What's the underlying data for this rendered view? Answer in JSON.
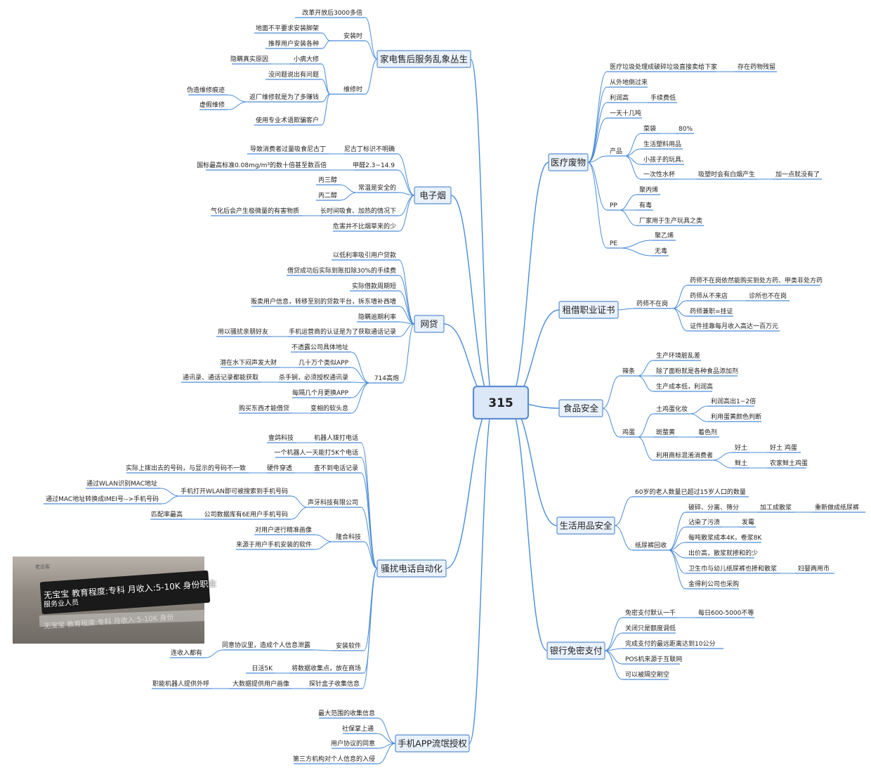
{
  "title": "315",
  "left": [
    {
      "label": "家电售后服务乱象丛生",
      "children": [
        {
          "label": "改革开放后3000多倍"
        },
        {
          "label": "安装时",
          "children": [
            {
              "label": "地面不平要求安装脚架"
            },
            {
              "label": "推荐用户安装各种"
            }
          ]
        },
        {
          "label": "维修时",
          "children": [
            {
              "label": "小病大修",
              "children": [
                {
                  "label": "隐瞒真实原因"
                }
              ]
            },
            {
              "label": "没问题说出有问题"
            },
            {
              "label": "返厂维修就是为了多赚钱",
              "children": [
                {
                  "label": "伪造维修痕迹"
                },
                {
                  "label": "虚假维修"
                }
              ]
            },
            {
              "label": "使用专业术语欺骗客户"
            }
          ]
        }
      ]
    },
    {
      "label": "电子烟",
      "children": [
        {
          "label": "尼古丁标识不明确",
          "children": [
            {
              "label": "导致消费者过量吸食尼古丁"
            }
          ]
        },
        {
          "label": "甲醛2.3~14.9",
          "children": [
            {
              "label": "国标最高标准0.08mg/m³的数十倍甚至数百倍"
            }
          ]
        },
        {
          "label": "常温是安全的",
          "children": [
            {
              "label": "丙三醇"
            },
            {
              "label": "丙二醇"
            }
          ]
        },
        {
          "label": "长时间吸食、加热的情况下",
          "children": [
            {
              "label": "气化后会产生极微量的有害物质"
            }
          ]
        },
        {
          "label": "危害并不比烟草来的少"
        }
      ]
    },
    {
      "label": "网贷",
      "children": [
        {
          "label": "以低利率吸引用户贷款"
        },
        {
          "label": "借贷成功后实际到账扣除30%的手续费"
        },
        {
          "label": "实际借款周期短"
        },
        {
          "label": "贩卖用户信息，转移至别的贷款平台，拆东墙补西墙"
        },
        {
          "label": "隐瞒逾期利率"
        },
        {
          "label": "手机运营商的认证是为了获取通话记录",
          "children": [
            {
              "label": "用以骚扰亲朋好友"
            }
          ]
        },
        {
          "label": "714高炮",
          "children": [
            {
              "label": "不透露公司具体地址"
            },
            {
              "label": "几十万个类似APP",
              "children": [
                {
                  "label": "潜在水下闷声发大财"
                }
              ]
            },
            {
              "label": "杀手锏，必须授权通讯录",
              "children": [
                {
                  "label": "通讯录、通话记录都能获取"
                }
              ]
            },
            {
              "label": "每隔几个月更换APP"
            },
            {
              "label": "变相的软头息",
              "children": [
                {
                  "label": "购买东西才能借贷"
                }
              ]
            }
          ]
        }
      ]
    },
    {
      "label": "骚扰电话自动化",
      "children": [
        {
          "label": "机器人拨打电话",
          "children": [
            {
              "label": "壹鸽科技"
            }
          ]
        },
        {
          "label": "一个机器人一天能打5K个电话"
        },
        {
          "label": "查不到电话记录",
          "children": [
            {
              "label": "硬件穿透",
              "children": [
                {
                  "label": "实际上拨出去的号码，与显示的号码不一致"
                }
              ]
            }
          ]
        },
        {
          "label": "声牙科技有限公司",
          "children": [
            {
              "label": "手机打开WLAN即可被搜索到手机号码",
              "children": [
                {
                  "label": "通过WLAN识别MAC地址"
                },
                {
                  "label": "通过MAC地址转换成IMEI号-->手机号码"
                }
              ]
            },
            {
              "label": "公司数据库有6E用户手机号码",
              "children": [
                {
                  "label": "匹配率最高"
                }
              ]
            }
          ]
        },
        {
          "label": "隆合科技",
          "children": [
            {
              "label": "对用户进行精准画像"
            },
            {
              "label": "来源于用户手机安装的软件"
            }
          ]
        },
        {
          "label": "安装软件",
          "children": [
            {
              "label": "同意协议里，造成个人信息泄露",
              "children": [
                {
                  "label": "连收入都有"
                }
              ]
            }
          ]
        },
        {
          "label": "将数据收集点，放在商场",
          "children": [
            {
              "label": "日活5K"
            }
          ]
        },
        {
          "label": "探针盒子收集信息",
          "children": [
            {
              "label": "大数据提供用户画像",
              "children": [
                {
                  "label": "职能机器人提供外呼"
                }
              ]
            }
          ]
        }
      ]
    },
    {
      "label": "手机APP流氓授权",
      "children": [
        {
          "label": "最大范围的收集信息"
        },
        {
          "label": "社保掌上通"
        },
        {
          "label": "用户协议的同意"
        },
        {
          "label": "第三方机构对个人信息的入侵"
        }
      ]
    }
  ],
  "right": [
    {
      "label": "医疗废物",
      "children": [
        {
          "label": "医疗垃圾处理成破碎垃圾直接卖给下家",
          "children": [
            {
              "label": "存在药物残留"
            }
          ]
        },
        {
          "label": "从外地倒过来"
        },
        {
          "label": "利润高",
          "children": [
            {
              "label": "手续费低"
            }
          ]
        },
        {
          "label": "一天十几吨"
        },
        {
          "label": "产品",
          "children": [
            {
              "label": "菜袋",
              "children": [
                {
                  "label": "80%"
                }
              ]
            },
            {
              "label": "生活塑料用品"
            },
            {
              "label": "小孩子的玩具、"
            },
            {
              "label": "一次性水杯",
              "children": [
                {
                  "label": "吸塑时会有白烟产生",
                  "children": [
                    {
                      "label": "加一点就没有了"
                    }
                  ]
                }
              ]
            }
          ]
        },
        {
          "label": "PP",
          "children": [
            {
              "label": "聚丙烯"
            },
            {
              "label": "有毒"
            },
            {
              "label": "厂家用于生产玩具之类"
            }
          ]
        },
        {
          "label": "PE",
          "children": [
            {
              "label": "聚乙烯"
            },
            {
              "label": "无毒"
            }
          ]
        }
      ]
    },
    {
      "label": "租借职业证书",
      "children": [
        {
          "label": "药师不在岗",
          "children": [
            {
              "label": "药师不在岗依然能购买到处方药、甲类非处方药"
            },
            {
              "label": "药师从不来店",
              "children": [
                {
                  "label": "诊所也不在岗"
                }
              ]
            },
            {
              "label": "药师兼职=挂证"
            },
            {
              "label": "证件挂靠每月收入高达一百万元"
            }
          ]
        }
      ]
    },
    {
      "label": "食品安全",
      "children": [
        {
          "label": "辣条",
          "children": [
            {
              "label": "生产环境脏乱差"
            },
            {
              "label": "除了面粉就是各种食品添加剂"
            },
            {
              "label": "生产成本低，利润高"
            }
          ]
        },
        {
          "label": "鸡蛋",
          "children": [
            {
              "label": "土鸡蛋化妆",
              "children": [
                {
                  "label": "利润高出1~2倍"
                },
                {
                  "label": "利用蛋黄颜色判断"
                }
              ]
            },
            {
              "label": "斑蝥黄",
              "children": [
                {
                  "label": "着色剂"
                }
              ]
            },
            {
              "label": "利用商标混淆消费者",
              "children": [
                {
                  "label": "好土",
                  "children": [
                    {
                      "label": "好土 鸡蛋"
                    }
                  ]
                },
                {
                  "label": "鲜土",
                  "children": [
                    {
                      "label": "农家鲜土鸡蛋"
                    }
                  ]
                }
              ]
            }
          ]
        }
      ]
    },
    {
      "label": "生活用品安全",
      "children": [
        {
          "label": "60岁的老人数量已超过15岁人口的数量"
        },
        {
          "label": "纸尿裤回收",
          "children": [
            {
              "label": "破碎、分离、筛分",
              "children": [
                {
                  "label": "加工成散浆",
                  "children": [
                    {
                      "label": "重新做成纸尿裤"
                    }
                  ]
                }
              ]
            },
            {
              "label": "沾染了污渍",
              "children": [
                {
                  "label": "发霉"
                }
              ]
            },
            {
              "label": "每吨散浆成本4K，卷浆8K"
            },
            {
              "label": "出价高，散浆就掺和的少"
            },
            {
              "label": "卫生巾与幼儿纸尿裤也掺和散浆",
              "children": [
                {
                  "label": "妇婴两用市"
                }
              ]
            },
            {
              "label": "金得利公司也采购"
            }
          ]
        }
      ]
    },
    {
      "label": "银行免密支付",
      "children": [
        {
          "label": "免密支付默认一千",
          "children": [
            {
              "label": "每日600-5000不等"
            }
          ]
        },
        {
          "label": "关闭只是额度调低"
        },
        {
          "label": "完成支付的最远距离达到10公分"
        },
        {
          "label": "POS机来源于互联网"
        },
        {
          "label": "可以被隔空刷空"
        }
      ]
    }
  ],
  "photo": {
    "line1": "无宝宝 教育程度:专科 月收入:5-10K 身份职业",
    "line2": "服务业人员",
    "line3": "无宝宝   教育程度:专科   月收入:5-10K   身份",
    "small": "老访客"
  },
  "colors": {
    "line": "#4a8cd6",
    "box_fill": "#e9f1fb",
    "box_stroke": "#5b8fcf",
    "center_fill": "#dce8f8"
  }
}
